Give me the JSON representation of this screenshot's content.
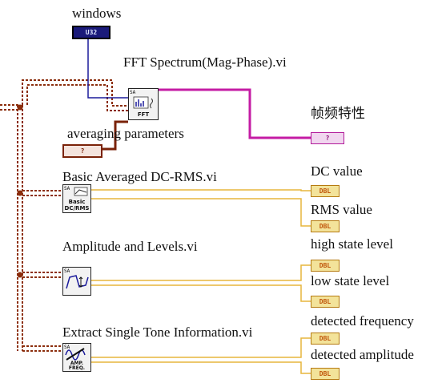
{
  "labels": {
    "windows": "windows",
    "fft_spectrum": "FFT Spectrum(Mag-Phase).vi",
    "averaging_parameters": "averaging parameters",
    "frame_spectrum": "帧频特性",
    "basic_averaged": "Basic Averaged DC-RMS.vi",
    "dc_value": "DC value",
    "rms_value": "RMS value",
    "amplitude_levels": "Amplitude and Levels.vi",
    "high_state_level": "high state level",
    "low_state_level": "low state level",
    "extract_tone": "Extract Single Tone Information.vi",
    "detected_frequency": "detected frequency",
    "detected_amplitude": "detected amplitude"
  },
  "icons": {
    "fft_text": "FFT",
    "basic_line1": "Basic",
    "basic_line2": "DC/RMS",
    "amp_text": "AMP.",
    "freq_text": "FREQ.",
    "windows_const": "U32",
    "avg_const": "?"
  },
  "indicators": {
    "dbl": "DBL",
    "pink": "?"
  },
  "colors": {
    "cluster_wire": "#8b2d0c",
    "waveform_wire": "#c57b12",
    "dbl_wire": "#e7b53d",
    "pink_wire": "#c41ca4",
    "blue_wire": "#1b1b9c"
  }
}
